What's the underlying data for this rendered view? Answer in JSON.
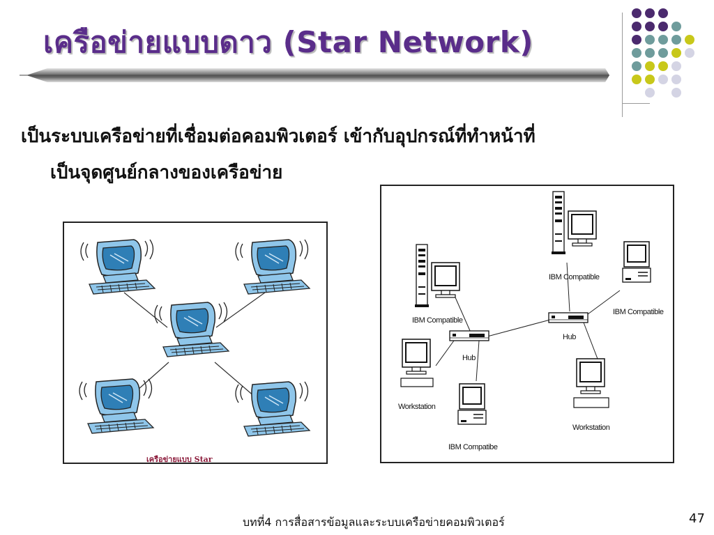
{
  "slide": {
    "title": "เครือข่ายแบบดาว (Star Network)",
    "body_line1": "เป็นระบบเครือข่ายที่เชื่อมต่อคอมพิวเตอร์ เข้ากับอุปกรณ์ที่ทำหน้าที่",
    "body_line2": "เป็นจุดศูนย์กลางของเครือข่าย",
    "footer": "บทที่4 การสื่อสารข้อมูลและระบบเครือข่ายคอมพิวเตอร์",
    "page_number": "47"
  },
  "left_figure": {
    "caption": "เครือข่ายแบบ Star"
  },
  "right_figure": {
    "labels": {
      "ibm_top": "IBM Compatible",
      "ibm_right": "IBM Compatible",
      "ibm_left": "IBM Compatible",
      "ibm_bottom": "IBM Compatibe",
      "hub_left": "Hub",
      "hub_right": "Hub",
      "ws_left": "Workstation",
      "ws_right": "Workstation"
    }
  },
  "theme": {
    "title_color": "#5a2d8a",
    "dot_colors": [
      "#4b2a6e",
      "#6f9c9c",
      "#c8c81a",
      "#d4d4e4"
    ]
  }
}
